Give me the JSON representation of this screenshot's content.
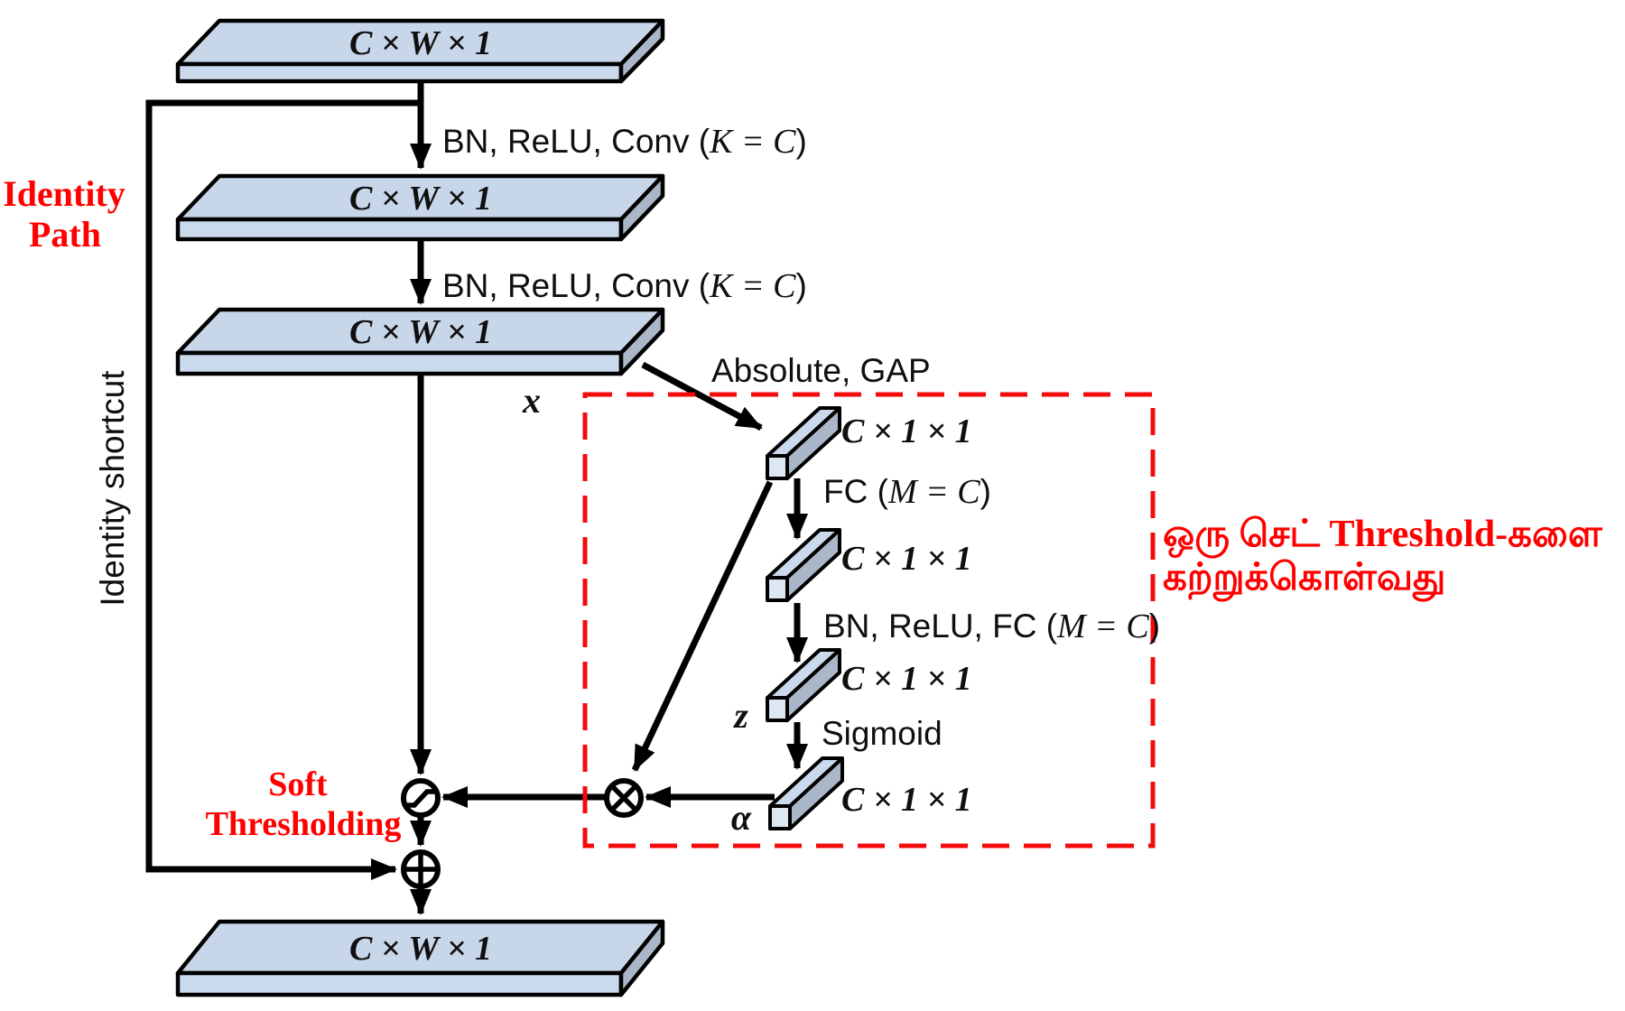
{
  "figure": {
    "slabs": [
      {
        "dim": "C × W × 1"
      },
      {
        "dim": "C × W × 1"
      },
      {
        "dim": "C × W × 1"
      },
      {
        "dim": "C × W × 1"
      }
    ],
    "bars": [
      {
        "dim": "C × 1 × 1"
      },
      {
        "dim": "C × 1 × 1"
      },
      {
        "dim": "C × 1 × 1"
      },
      {
        "dim": "C × 1 × 1"
      }
    ],
    "ops": {
      "conv1": {
        "pre": "BN, ReLU, Conv (",
        "math": "K = C",
        "post": ")"
      },
      "conv2": {
        "pre": "BN, ReLU, Conv (",
        "math": "K = C",
        "post": ")"
      },
      "gap": "Absolute, GAP",
      "fc1": {
        "pre": "FC (",
        "math": "M = C",
        "post": ")"
      },
      "fc2": {
        "pre": "BN, ReLU, FC (",
        "math": "M = C",
        "post": ")"
      },
      "sigmoid": "Sigmoid"
    },
    "vars": {
      "x": "x",
      "z": "z",
      "alpha": "α"
    },
    "annotations": {
      "identity_path_1": "Identity",
      "identity_path_2": "Path",
      "identity_shortcut": "Identity shortcut",
      "soft_1": "Soft",
      "soft_2": "Thresholding",
      "learn_1": "ஒரு செட் Threshold-களை",
      "learn_2": "கற்றுக்கொள்வது"
    },
    "colors": {
      "annotation_red": "#ff0000",
      "box_red": "#f30b0b",
      "slab_top": "#c8d6ea",
      "slab_front": "#cbd9ec",
      "slab_side": "#a9b7c9",
      "bar_cap": "#dde6f3",
      "ink": "#000000"
    }
  }
}
